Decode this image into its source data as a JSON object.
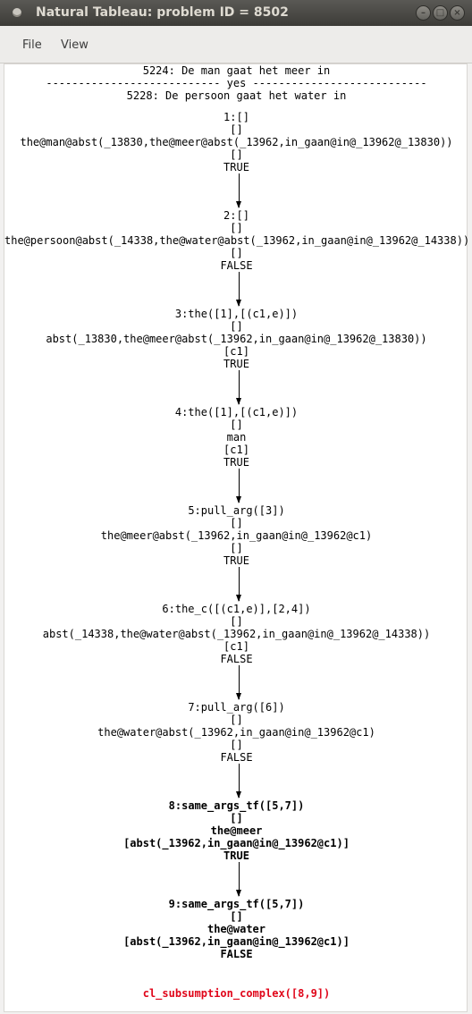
{
  "window": {
    "title": "Natural Tableau: problem ID = 8502",
    "buttons": {
      "minimize": "–",
      "maximize": "□",
      "close": "×"
    }
  },
  "menu": {
    "file": "File",
    "view": "View"
  },
  "header": {
    "premise": "5224: De man gaat het meer in",
    "verdict": "--------------------------- yes ---------------------------",
    "hypothesis": "5228: De persoon gaat het water in"
  },
  "nodes": [
    {
      "lines": [
        "1:[]",
        "[]",
        "the@man@abst(_13830,the@meer@abst(_13962,in_gaan@in@_13962@_13830))",
        "[]",
        "TRUE"
      ]
    },
    {
      "lines": [
        "2:[]",
        "[]",
        "the@persoon@abst(_14338,the@water@abst(_13962,in_gaan@in@_13962@_14338))",
        "[]",
        "FALSE"
      ]
    },
    {
      "lines": [
        "3:the([1],[(c1,e)])",
        "[]",
        "abst(_13830,the@meer@abst(_13962,in_gaan@in@_13962@_13830))",
        "[c1]",
        "TRUE"
      ]
    },
    {
      "lines": [
        "4:the([1],[(c1,e)])",
        "[]",
        "man",
        "[c1]",
        "TRUE"
      ]
    },
    {
      "lines": [
        "5:pull_arg([3])",
        "[]",
        "the@meer@abst(_13962,in_gaan@in@_13962@c1)",
        "[]",
        "TRUE"
      ]
    },
    {
      "lines": [
        "6:the_c([(c1,e)],[2,4])",
        "[]",
        "abst(_14338,the@water@abst(_13962,in_gaan@in@_13962@_14338))",
        "[c1]",
        "FALSE"
      ]
    },
    {
      "lines": [
        "7:pull_arg([6])",
        "[]",
        "the@water@abst(_13962,in_gaan@in@_13962@c1)",
        "[]",
        "FALSE"
      ]
    },
    {
      "lines": [
        "8:same_args_tf([5,7])",
        "[]",
        "the@meer",
        "[abst(_13962,in_gaan@in@_13962@c1)]",
        "TRUE"
      ]
    },
    {
      "lines": [
        "9:same_args_tf([5,7])",
        "[]",
        "the@water",
        "[abst(_13962,in_gaan@in@_13962@c1)]",
        "FALSE"
      ]
    }
  ],
  "closure": "cl_subsumption_complex([8,9])"
}
